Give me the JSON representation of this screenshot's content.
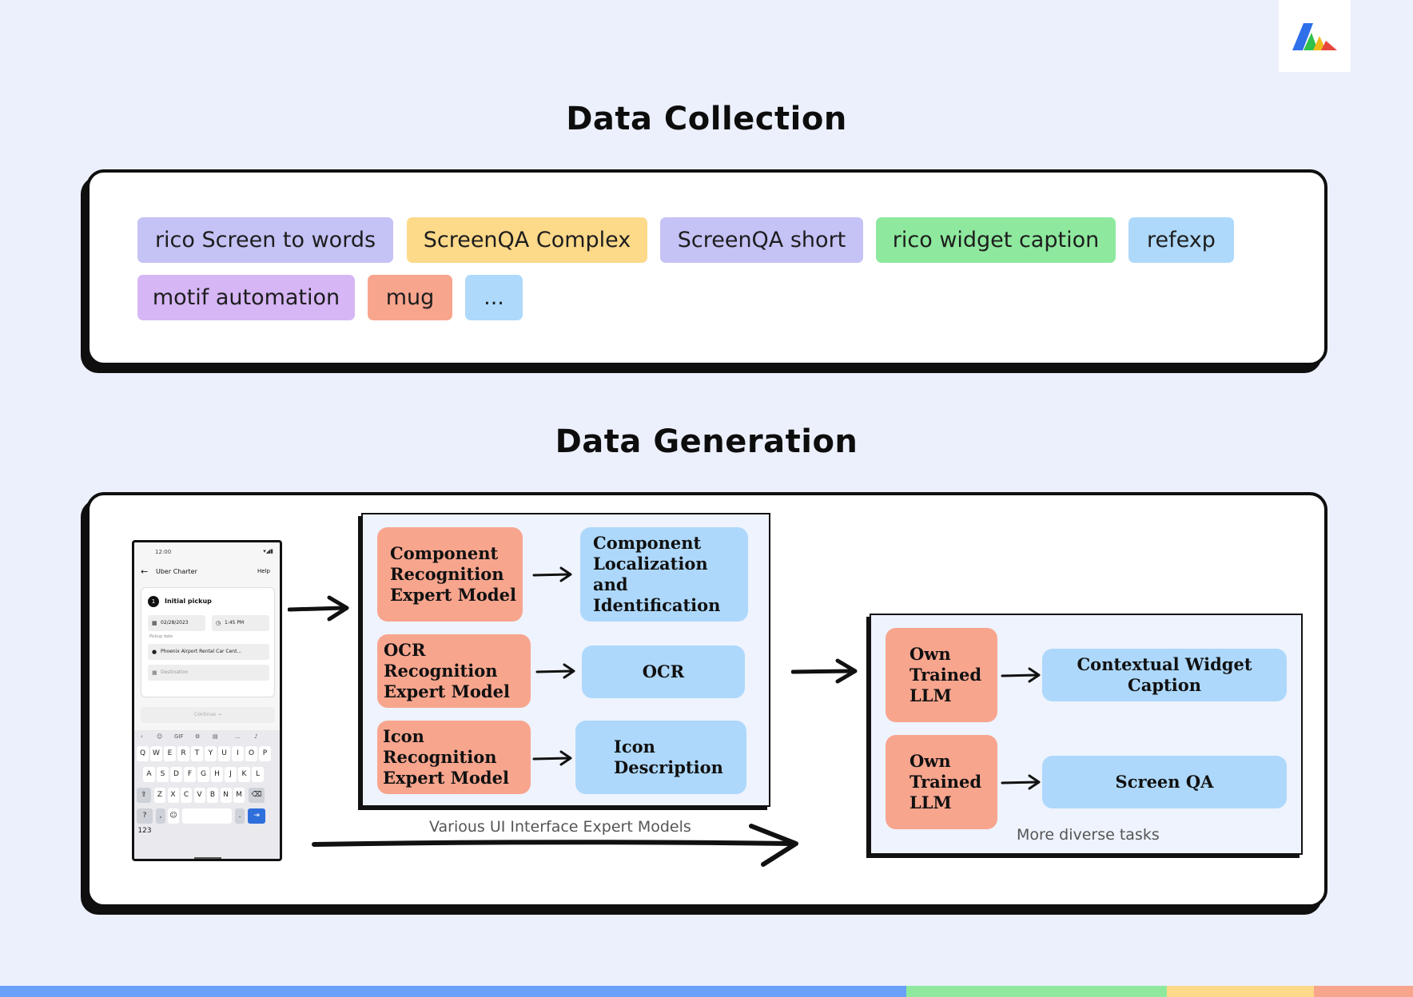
{
  "sections": {
    "collection_title": "Data Collection",
    "generation_title": "Data Generation"
  },
  "datasets": [
    {
      "label": "rico Screen to words",
      "color": "#c5c2f6"
    },
    {
      "label": "ScreenQA Complex",
      "color": "#fdd98a"
    },
    {
      "label": "ScreenQA short",
      "color": "#c5c2f6"
    },
    {
      "label": "rico widget caption",
      "color": "#8ee99e"
    },
    {
      "label": "refexp",
      "color": "#aed9fb"
    },
    {
      "label": "motif automation",
      "color": "#d6b6f5"
    },
    {
      "label": "mug",
      "color": "#f8a58e"
    },
    {
      "label": "...",
      "color": "#aed9fb"
    }
  ],
  "phone": {
    "time": "12:00",
    "title": "Uber Charter",
    "help": "Help",
    "step_number": "1",
    "card_title": "Initial pickup",
    "date": "02/28/2023",
    "time_value": "1:45 PM",
    "date_label": "Pickup date",
    "pickup_location": "Phoenix Airport Rental Car Cent...",
    "destination_placeholder": "Destination",
    "continue_label": "Continue →",
    "keyboard_row1": [
      "Q",
      "W",
      "E",
      "R",
      "T",
      "Y",
      "U",
      "I",
      "O",
      "P"
    ],
    "keyboard_row2": [
      "A",
      "S",
      "D",
      "F",
      "G",
      "H",
      "J",
      "K",
      "L"
    ],
    "keyboard_row3": [
      "Z",
      "X",
      "C",
      "V",
      "B",
      "N",
      "M"
    ],
    "numbers_key": "?123",
    "gif_key": "GIF"
  },
  "experts": [
    {
      "model": "Component\nRecognition\nExpert Model",
      "output": "Component\nLocalization\nand Identification"
    },
    {
      "model": "OCR Recognition\nExpert Model",
      "output": "OCR"
    },
    {
      "model": "Icon Recognition\nExpert Model",
      "output": "Icon\nDescription"
    }
  ],
  "experts_caption": "Various UI Interface Expert Models",
  "tasks": [
    {
      "model": "Own\nTrained\nLLM",
      "output": "Contextual Widget Caption"
    },
    {
      "model": "Own\nTrained\nLLM",
      "output": "Screen QA"
    }
  ],
  "tasks_caption": "More diverse tasks",
  "colors": {
    "background": "#ecf0fd",
    "model_box": "#f8a58e",
    "output_box": "#add8fb",
    "bottom_bar": [
      "#6aa0f8",
      "#8ee99e",
      "#fdd98a",
      "#f8a58e"
    ]
  }
}
